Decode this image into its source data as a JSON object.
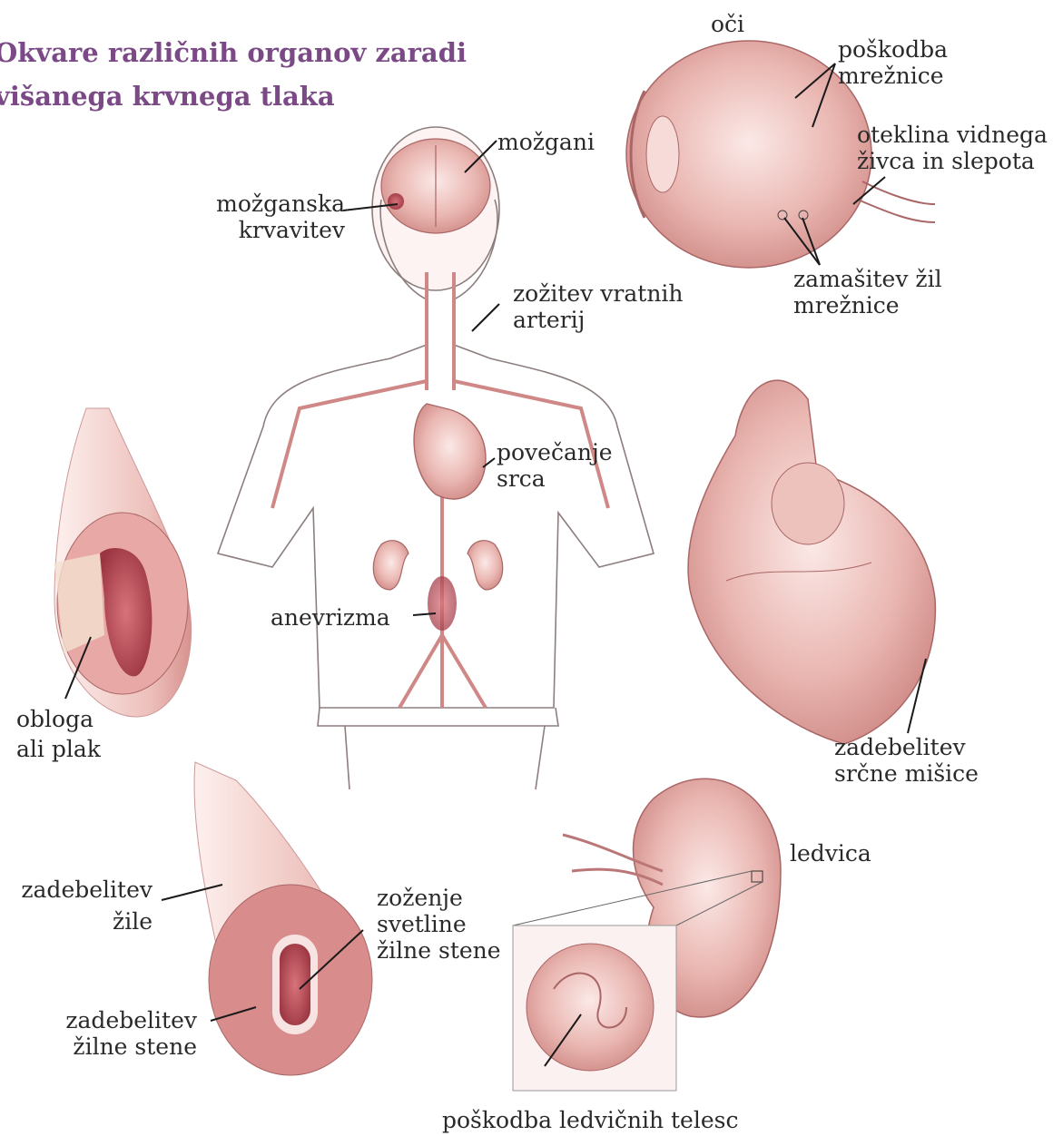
{
  "title": {
    "line1": "Okvare različnih organov zaradi",
    "line2": "višanega krvnega tlaka"
  },
  "labels": {
    "oci": "oči",
    "poskodba_mreznice": [
      "poškodba",
      "mrežnice"
    ],
    "oteklina": [
      "oteklina vidnega",
      "živca in slepota"
    ],
    "zamasitev": [
      "zamašitev žil",
      "mrežnice"
    ],
    "mozgani": "možgani",
    "mozganska": [
      "možganska",
      "krvavitev"
    ],
    "zozitev_vratnih": [
      "zožitev vratnih",
      "arterij"
    ],
    "povecanje_srca": [
      "povečanje",
      "srca"
    ],
    "anevrizma": "anevrizma",
    "obloga": [
      "obloga",
      "ali plak"
    ],
    "zadebelitev_misice": [
      "zadebelitev",
      "srčne mišice"
    ],
    "ledvica": "ledvica",
    "zadebelitev_zile": [
      "zadebelitev",
      "žile"
    ],
    "zozenje": [
      "zoženje",
      "svetline",
      "žilne stene"
    ],
    "zadebelitev_stene": [
      "zadebelitev",
      "žilne stene"
    ],
    "poskodba_ledvicnih": "poškodba ledvičnih telesc"
  },
  "colors": {
    "title": "#7b4a86",
    "tissue": "#d98c8c",
    "tissue_dark": "#a8454c",
    "outline": "#8a6a6a"
  }
}
